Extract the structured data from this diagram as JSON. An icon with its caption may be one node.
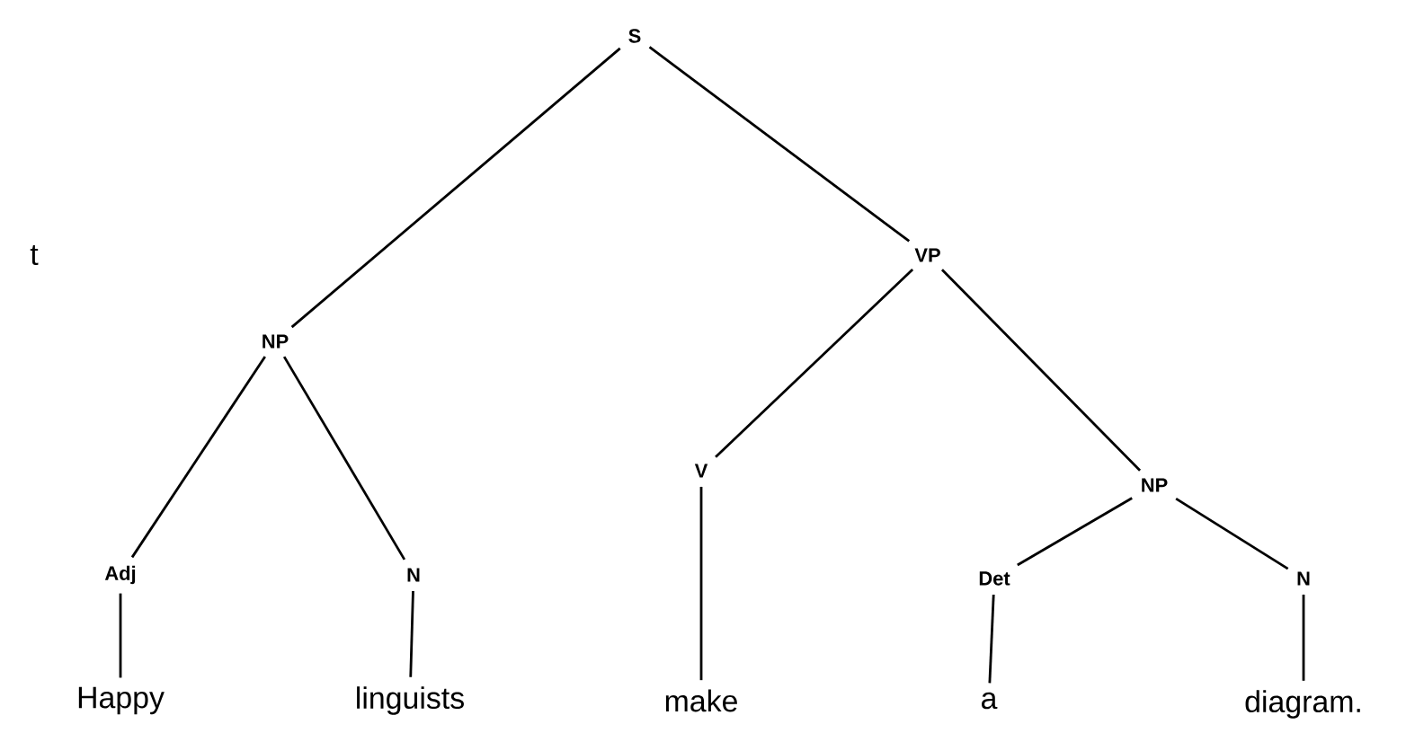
{
  "diagram": {
    "nodes": [
      {
        "text": [
          "S"
        ]
      },
      {
        "text": [
          "NP"
        ]
      },
      {
        "text": [
          "VP"
        ]
      },
      {
        "text": [
          "Adj"
        ]
      },
      {
        "text": [
          "N"
        ]
      },
      {
        "text": [
          "V"
        ]
      },
      {
        "text": [
          "NP"
        ]
      },
      {
        "text": [
          "Det"
        ]
      },
      {
        "text": [
          "N"
        ]
      },
      {
        "text": [
          "Happy"
        ]
      },
      {
        "text": [
          "linguists"
        ]
      },
      {
        "text": [
          "make"
        ]
      },
      {
        "text": [
          "a"
        ]
      },
      {
        "text": [
          "diagram."
        ]
      }
    ],
    "edges": [
      {
        "from": 0,
        "to": 1,
        "arrow": "none"
      },
      {
        "from": 0,
        "to": 2,
        "arrow": "none"
      },
      {
        "from": 1,
        "to": 3,
        "arrow": "none"
      },
      {
        "from": 1,
        "to": 4,
        "arrow": "none"
      },
      {
        "from": 2,
        "to": 5,
        "arrow": "none"
      },
      {
        "from": 2,
        "to": 6,
        "arrow": "none"
      },
      {
        "from": 6,
        "to": 7,
        "arrow": "none"
      },
      {
        "from": 6,
        "to": 8,
        "arrow": "none"
      },
      {
        "from": 3,
        "to": 9,
        "arrow": "none"
      },
      {
        "from": 4,
        "to": 10,
        "arrow": "none"
      },
      {
        "from": 5,
        "to": 11,
        "arrow": "none"
      },
      {
        "from": 7,
        "to": 12,
        "arrow": "none"
      },
      {
        "from": 8,
        "to": 13,
        "arrow": "none"
      }
    ],
    "labels": [
      "t"
    ]
  }
}
